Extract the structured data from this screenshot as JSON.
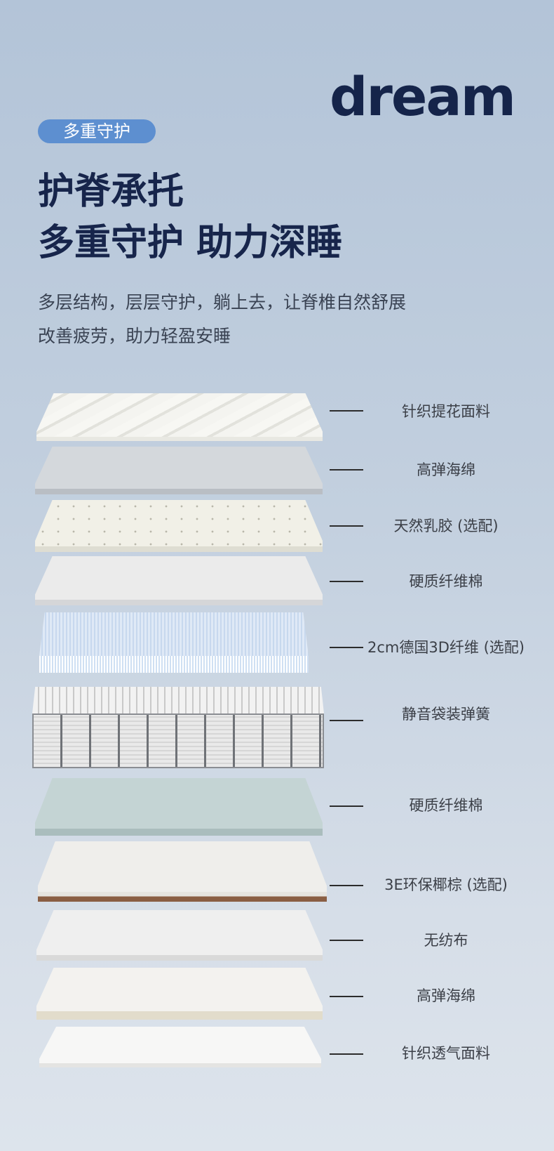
{
  "brand": "dream",
  "tag": "多重守护",
  "headline": [
    "护脊承托",
    "多重守护 助力深睡"
  ],
  "description": [
    "多层结构，层层守护，躺上去，让脊椎自然舒展",
    "改善疲劳，助力轻盈安睡"
  ],
  "layers": [
    {
      "label": "针织提花面料"
    },
    {
      "label": "高弹海绵"
    },
    {
      "label": "天然乳胶 (选配)"
    },
    {
      "label": "硬质纤维棉"
    },
    {
      "label": "2cm德国3D纤维 (选配)"
    },
    {
      "label": "静音袋装弹簧"
    },
    {
      "label": "硬质纤维棉"
    },
    {
      "label": "3E环保椰棕 (选配)"
    },
    {
      "label": "无纺布"
    },
    {
      "label": "高弹海绵"
    },
    {
      "label": "针织透气面料"
    }
  ]
}
